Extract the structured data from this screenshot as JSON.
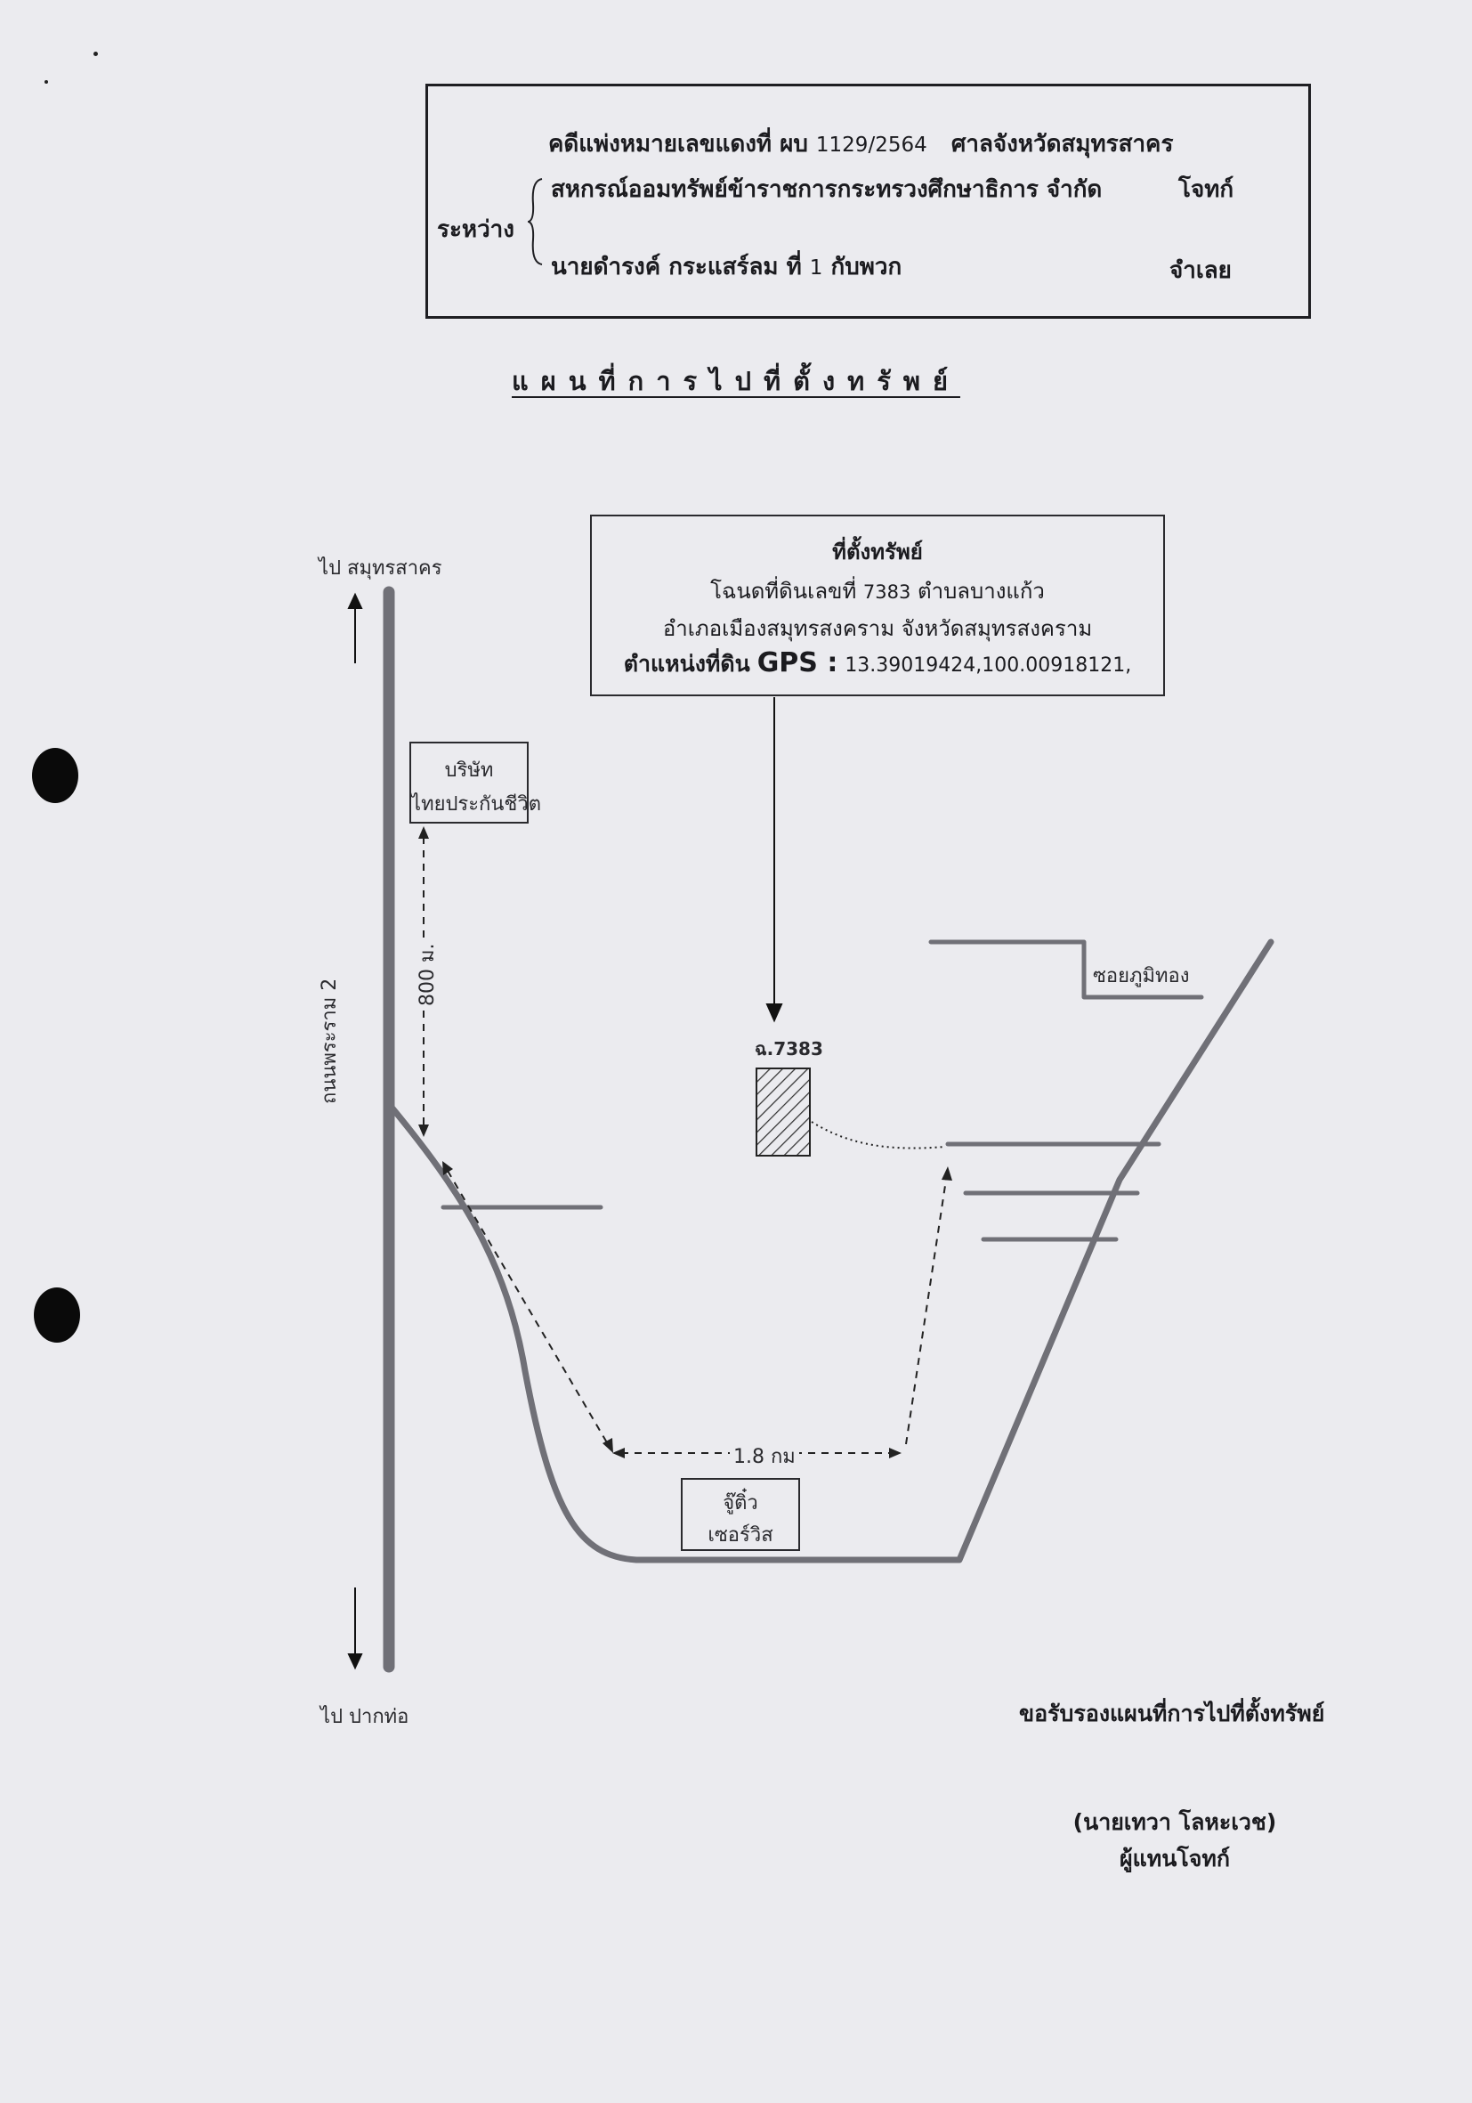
{
  "case_header": {
    "case_prefix": "คดีแพ่งหมายเลขแดงที่  ผบ",
    "case_number": "1129/2564",
    "court": "ศาลจังหวัดสมุทรสาคร",
    "between_label": "ระหว่าง",
    "plaintiff_name": "สหกรณ์ออมทรัพย์ข้าราชการกระทรวงศึกษาธิการ จำกัด",
    "plaintiff_role": "โจทก์",
    "defendant_name_prefix": "นายดำรงค์ กระแสร์ลม ที่",
    "defendant_number": "1",
    "defendant_name_suffix": "กับพวก",
    "defendant_role": "จำเลย"
  },
  "map_title": "แผนที่การไปที่ตั้งทรัพย์",
  "property_box": {
    "heading": "ที่ตั้งทรัพย์",
    "deed_prefix": "โฉนดที่ดินเลขที่",
    "deed_number": "7383",
    "subdistrict": "ตำบลบางแก้ว",
    "district_province": "อำเภอเมืองสมุทรสงคราม  จังหวัดสมุทรสงคราม",
    "gps_prefix": "ตำแหน่งที่ดิน",
    "gps_label": "GPS :",
    "gps_value": "13.39019424,100.00918121,"
  },
  "map": {
    "north_label": "ไป สมุทรสาคร",
    "south_label": "ไป ปากท่อ",
    "road_label": "ถนนพระราม 2",
    "company_line1": "บริษัท",
    "company_line2": "ไทยประกันชีวิต",
    "distance_800": "800 ม.",
    "distance_1_8": "1.8 กม",
    "shop_line1": "จู๊ติ๋ว",
    "shop_line2": "เซอร์วิส",
    "soi_label": "ซอยภูมิทอง",
    "plot_label": "ฉ.7383"
  },
  "signature": {
    "certify": "ขอรับรองแผนที่การไปที่ตั้งทรัพย์",
    "name": "(นายเทวา  โลหะเวช)",
    "role": "ผู้แทนโจทก์"
  }
}
